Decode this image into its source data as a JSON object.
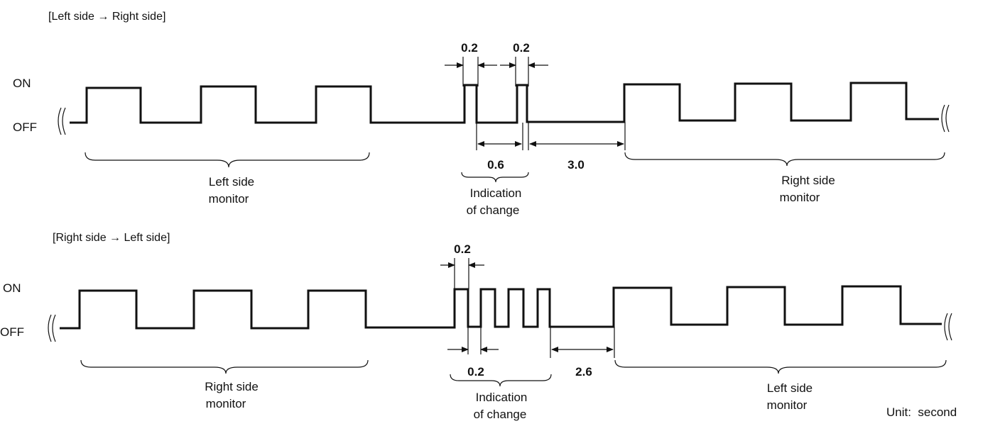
{
  "diagrams": [
    {
      "title": "[Left side → Right side]",
      "on_label": "ON",
      "off_label": "OFF",
      "dim_pulse_1": "0.2",
      "dim_pulse_2": "0.2",
      "dim_period": "0.6",
      "dim_gap": "3.0",
      "left_group": [
        "Left side",
        "monitor"
      ],
      "mid_group": [
        "Indication",
        "of change"
      ],
      "right_group": [
        "Right side",
        "monitor"
      ]
    },
    {
      "title": "[Right side → Left side]",
      "on_label": "ON",
      "off_label": "OFF",
      "dim_pulse_1": "0.2",
      "dim_pulse_2": "0.2",
      "dim_gap": "2.6",
      "left_group": [
        "Right side",
        "monitor"
      ],
      "mid_group": [
        "Indication",
        "of change"
      ],
      "right_group": [
        "Left side",
        "monitor"
      ]
    }
  ],
  "unit_note": "Unit:  second"
}
